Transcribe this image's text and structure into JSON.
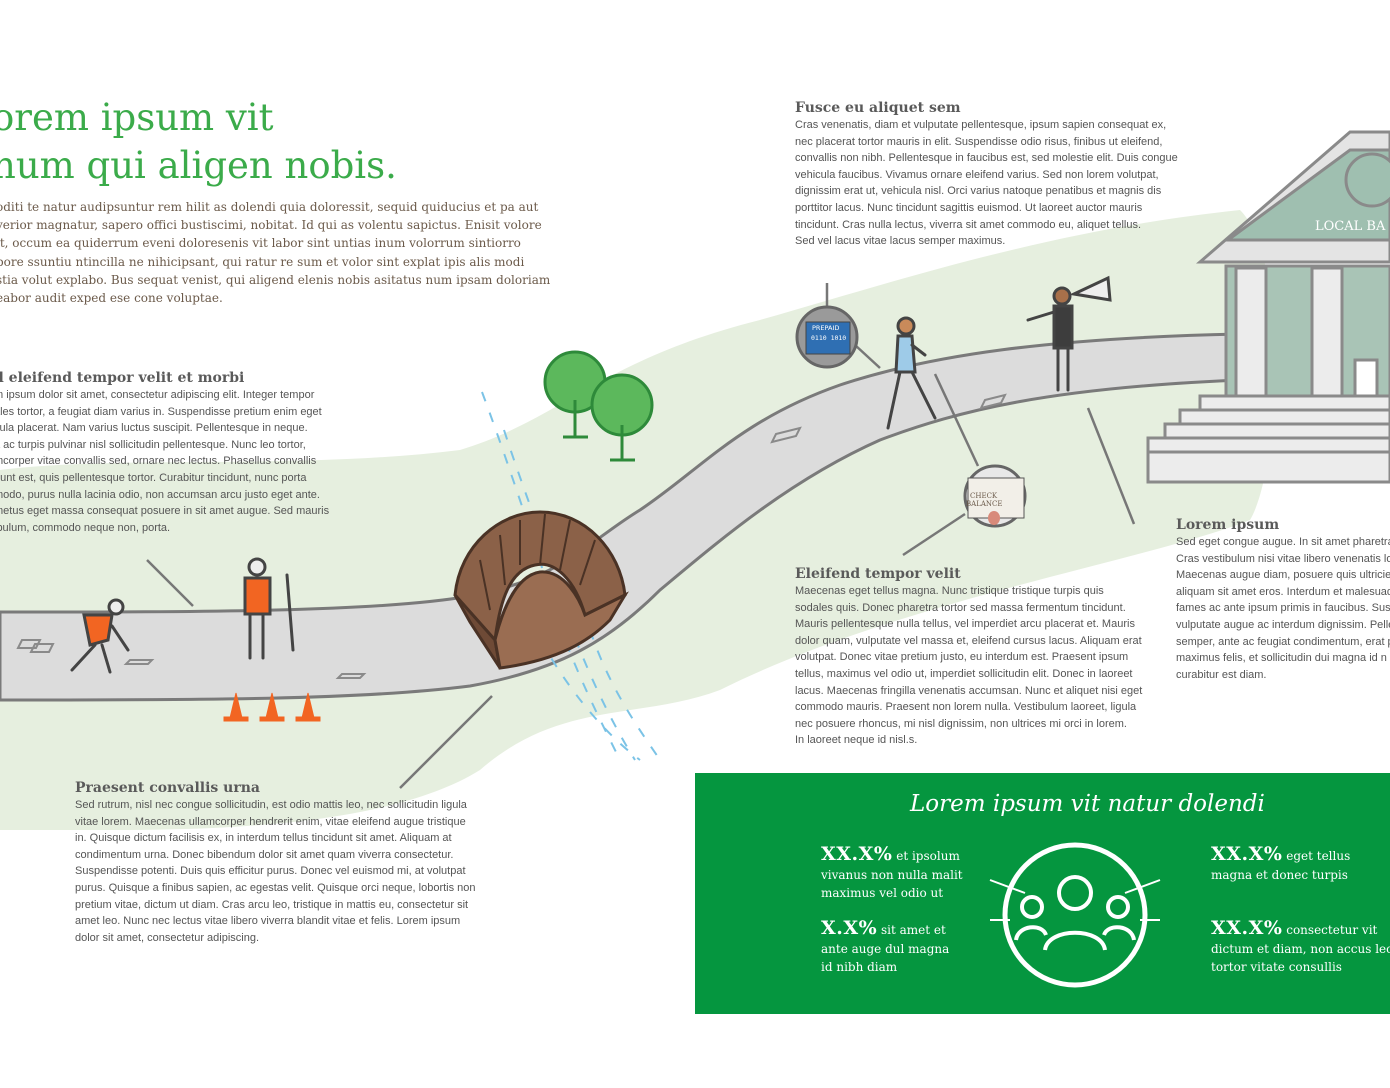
{
  "header": {
    "title_line1": "orem ipsum vit",
    "title_line2": "num qui aligen nobis.",
    "intro_lines": [
      "oditi te natur audipsuntur rem hilit as dolendi quia doloressit, sequid quiducius et pa aut",
      "verior magnatur, sapero offici bustiscimi, nobitat. Id qui as volentu sapictus. Enisit volore",
      "it, occum ea quiderrum eveni doloresenis vit labor sint untias inum volorrum sintiorro",
      "pore ssuntiu ntincilla ne nihicipsant, qui ratur re sum et volor sint explat ipis alis modi",
      "stia volut explabo. Bus sequat venist, qui aligend elenis nobis asitatus num ipsam doloriam",
      "eabor audit exped ese cone voluptae."
    ]
  },
  "sections": {
    "left": {
      "heading": "d eleifend tempor velit et morbi",
      "lines": [
        "m ipsum dolor sit amet, consectetur adipiscing elit. Integer tempor",
        "ales tortor, a feugiat diam varius in. Suspendisse pretium enim eget",
        "cula placerat. Nam varius luctus suscipit. Pellentesque in neque.",
        "a ac turpis pulvinar nisl sollicitudin pellentesque. Nunc leo tortor,",
        "mcorper vitae convallis sed, ornare nec lectus. Phasellus convallis",
        "dunt est, quis pellentesque tortor. Curabitur tincidunt, nunc porta",
        "modo, purus nulla lacinia odio, non accumsan arcu justo eget ante.",
        "metus eget massa consequat posuere in sit amet augue. Sed mauris",
        "ibulum, commodo neque non, porta."
      ]
    },
    "top": {
      "heading": "Fusce eu aliquet sem",
      "lines": [
        "Cras venenatis, diam et vulputate pellentesque, ipsum sapien consequat ex,",
        "nec placerat tortor mauris in elit. Suspendisse odio risus, finibus ut eleifend,",
        "convallis non nibh. Pellentesque in faucibus est, sed molestie elit. Duis congue",
        "vehicula faucibus. Vivamus ornare eleifend varius. Sed non lorem volutpat,",
        "dignissim erat ut, vehicula nisl. Orci varius natoque penatibus et magnis dis",
        "porttitor lacus. Nunc tincidunt sagittis euismod. Ut laoreet auctor mauris",
        "tincidunt. Cras nulla lectus, viverra sit amet commodo eu, aliquet tellus.",
        "Sed vel lacus vitae lacus semper maximus."
      ]
    },
    "bottom_left": {
      "heading": "Praesent convallis urna",
      "lines": [
        "Sed rutrum, nisl nec congue sollicitudin, est odio mattis leo, nec sollicitudin ligula",
        "vitae lorem. Maecenas ullamcorper hendrerit enim, vitae eleifend augue tristique",
        "in. Quisque dictum facilisis ex, in interdum tellus tincidunt sit amet. Aliquam at",
        "condimentum urna. Donec bibendum dolor sit amet quam viverra consectetur.",
        "Suspendisse potenti. Duis quis efficitur purus. Donec vel euismod mi, at volutpat",
        "purus. Quisque a finibus sapien, ac egestas velit. Quisque orci neque, lobortis non",
        "pretium vitae, dictum ut diam. Cras arcu leo, tristique in mattis eu, consectetur sit",
        "amet leo. Nunc nec lectus vitae libero viverra blandit vitae et felis. Lorem ipsum",
        "dolor sit amet, consectetur adipiscing."
      ]
    },
    "middle": {
      "heading": "Eleifend tempor velit",
      "lines": [
        "Maecenas eget tellus magna. Nunc tristique tristique turpis quis",
        "sodales quis. Donec pharetra tortor sed massa fermentum tincidunt.",
        "Mauris pellentesque nulla tellus, vel imperdiet arcu placerat et. Mauris",
        "dolor quam, vulputate vel massa et, eleifend cursus lacus. Aliquam erat",
        "volutpat. Donec vitae pretium justo, eu interdum est. Praesent ipsum",
        "tellus, maximus vel odio ut, imperdiet sollicitudin elit. Donec in laoreet",
        "lacus. Maecenas fringilla venenatis accumsan. Nunc et aliquet nisi eget",
        "commodo mauris. Praesent non lorem nulla. Vestibulum laoreet, ligula",
        "nec posuere rhoncus, mi nisl dignissim, non ultrices mi orci in lorem.",
        "In laoreet neque id nisl.s."
      ]
    },
    "right": {
      "heading": "Lorem ipsum",
      "lines": [
        "Sed eget congue augue. In sit amet pharetra",
        "Cras vestibulum nisi vitae libero venenatis lo",
        "Maecenas augue diam, posuere quis ultricie",
        "aliquam sit amet eros. Interdum et malesuad",
        "fames ac ante ipsum primis in faucibus. Susp",
        "vulputate augue ac interdum dignissim. Pelle",
        "semper, ante ac feugiat condimentum, erat p",
        "maximus felis, et sollicitudin dui magna id n",
        "curabitur est diam."
      ]
    }
  },
  "illustration": {
    "bank_sign": "LOCAL BA",
    "card_label": "PREPAID",
    "card_number": "0110 1010",
    "phone_label_1": "CHECK",
    "phone_label_2": "BALANCE"
  },
  "infobox": {
    "title": "Lorem ipsum vit natur dolendi",
    "stats": [
      {
        "value": "XX.X%",
        "lines": [
          "et ipsolum",
          "vivanus non nulla malit",
          "maximus vel odio ut"
        ]
      },
      {
        "value": "X.X%",
        "lines": [
          "sit amet et",
          "ante auge dul magna",
          "id nibh diam"
        ]
      },
      {
        "value": "XX.X%",
        "lines": [
          "eget tellus",
          "magna et donec turpis"
        ]
      },
      {
        "value": "XX.X%",
        "lines": [
          "consectetur vit",
          "dictum et diam, non accus leo",
          "tortor vitate consullis"
        ]
      }
    ]
  },
  "colors": {
    "brand_green": "#05963f",
    "title_green": "#3bab4a",
    "road": "#dcdcdc",
    "background_wash": "#e6efdf",
    "bridge": "#8b6148",
    "cone": "#f26522"
  }
}
